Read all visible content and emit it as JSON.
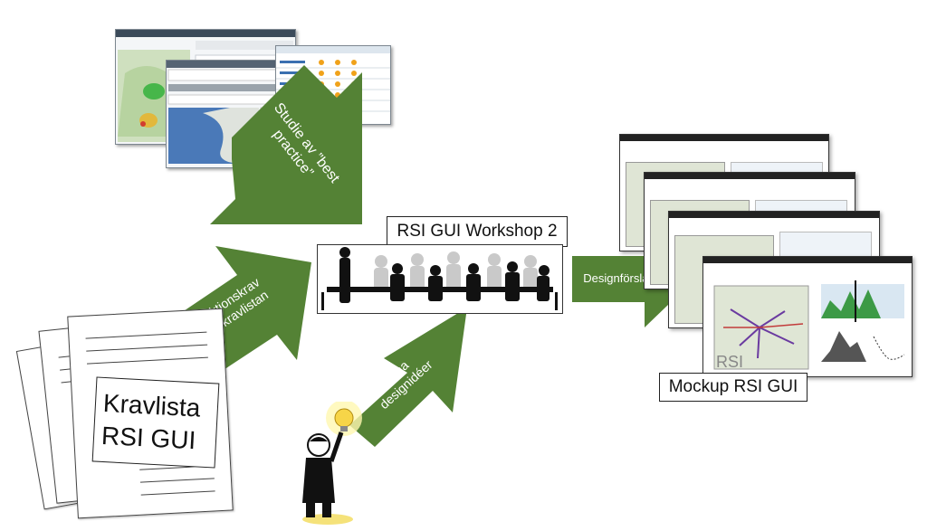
{
  "workshop_label": "RSI GUI Workshop 2",
  "mockup_label": "Mockup RSI GUI",
  "requirements_doc": {
    "line1": "Kravlista",
    "line2": "RSI GUI"
  },
  "arrows": {
    "best_practice": {
      "line1": "Studie av ”best",
      "line2": "practice”"
    },
    "requirements": {
      "line1": "Funktionskrav",
      "line2": "från kravlistan"
    },
    "own_ideas": {
      "line1": "Egna",
      "line2": "designidéer"
    },
    "design_proposal": {
      "line1": "Designförslag"
    }
  },
  "colors": {
    "arrow_green": "#548235",
    "text_dark": "#111111"
  }
}
